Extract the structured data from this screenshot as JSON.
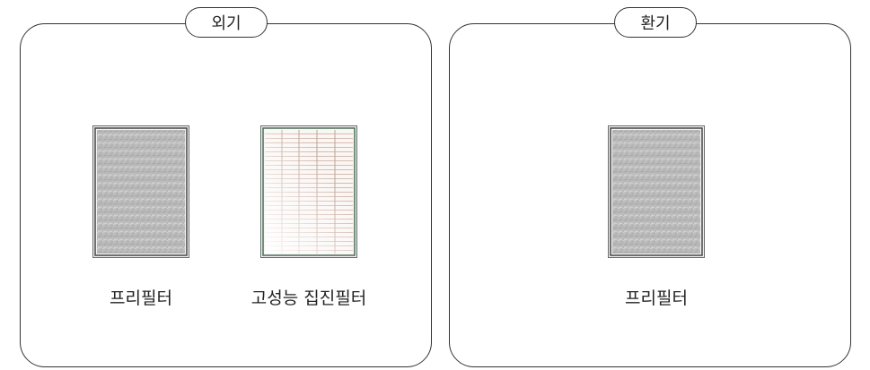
{
  "sections": [
    {
      "id": "outdoor",
      "title": "외기",
      "filters": [
        {
          "label": "프리필터",
          "type": "pre-filter"
        },
        {
          "label": "고성능 집진필터",
          "type": "hepa-filter"
        }
      ]
    },
    {
      "id": "ventilation",
      "title": "환기",
      "filters": [
        {
          "label": "프리필터",
          "type": "pre-filter"
        }
      ]
    }
  ],
  "colors": {
    "border": "#333333",
    "prefilter_mesh": "#b8b8b8",
    "hepa_frame": "#4a6b56",
    "hepa_grid": "#c9a99c"
  }
}
